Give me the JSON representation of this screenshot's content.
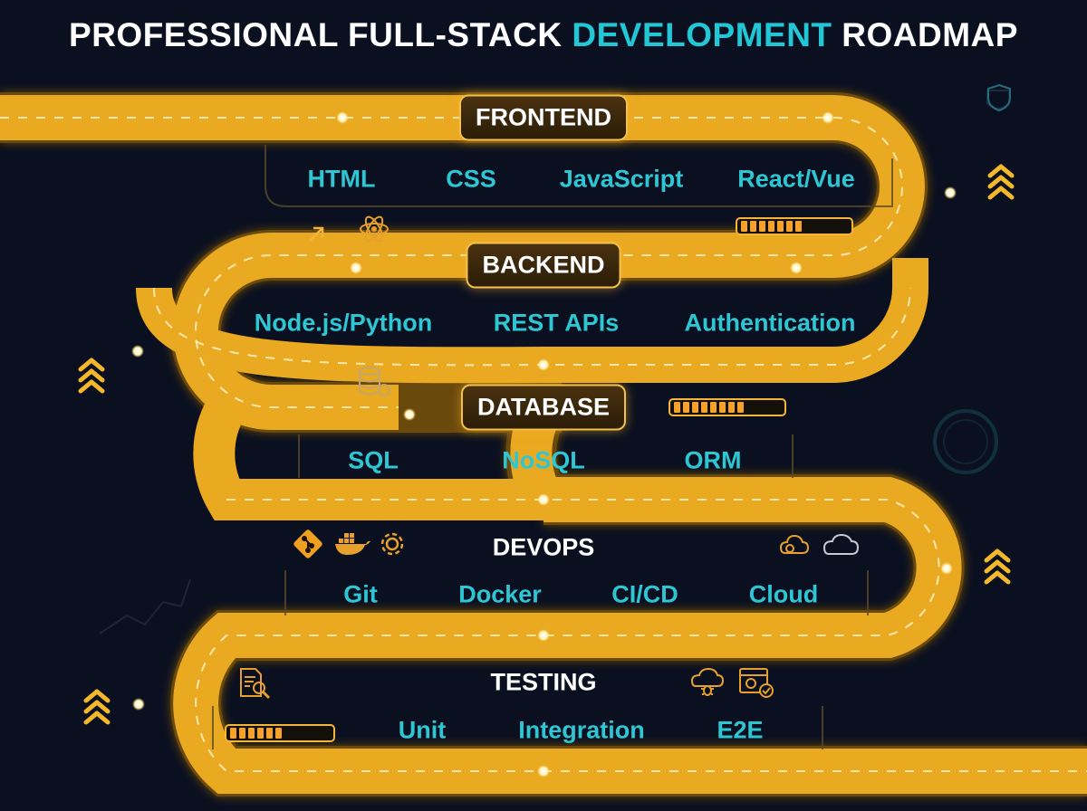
{
  "title": {
    "pre": "PROFESSIONAL FULL-STACK ",
    "accent": "DEVELOPMENT",
    "post": " ROADMAP"
  },
  "colors": {
    "road": "#e9a921",
    "accent": "#22c7d6",
    "background": "#0b1020"
  },
  "stages": [
    {
      "name": "FRONTEND",
      "skills": [
        "HTML",
        "CSS",
        "JavaScript",
        "React/Vue"
      ],
      "progress": 0.5
    },
    {
      "name": "BACKEND",
      "skills": [
        "Node.js/Python",
        "REST APIs",
        "Authentication"
      ]
    },
    {
      "name": "DATABASE",
      "skills": [
        "SQL",
        "NoSQL",
        "ORM"
      ],
      "progress": 0.55
    },
    {
      "name": "DEVOPS",
      "skills": [
        "Git",
        "Docker",
        "CI/CD",
        "Cloud"
      ]
    },
    {
      "name": "TESTING",
      "skills": [
        "Unit",
        "Integration",
        "E2E"
      ],
      "progress": 0.45
    }
  ],
  "icons": [
    "shield-icon",
    "arrow-up-right-icon",
    "atom-icon",
    "database-icon",
    "git-icon",
    "docker-icon",
    "gear-icon",
    "cloud-gear-icon",
    "cloud-icon",
    "document-search-icon",
    "bug-cloud-icon",
    "browser-check-icon",
    "chevron-up-icon"
  ]
}
